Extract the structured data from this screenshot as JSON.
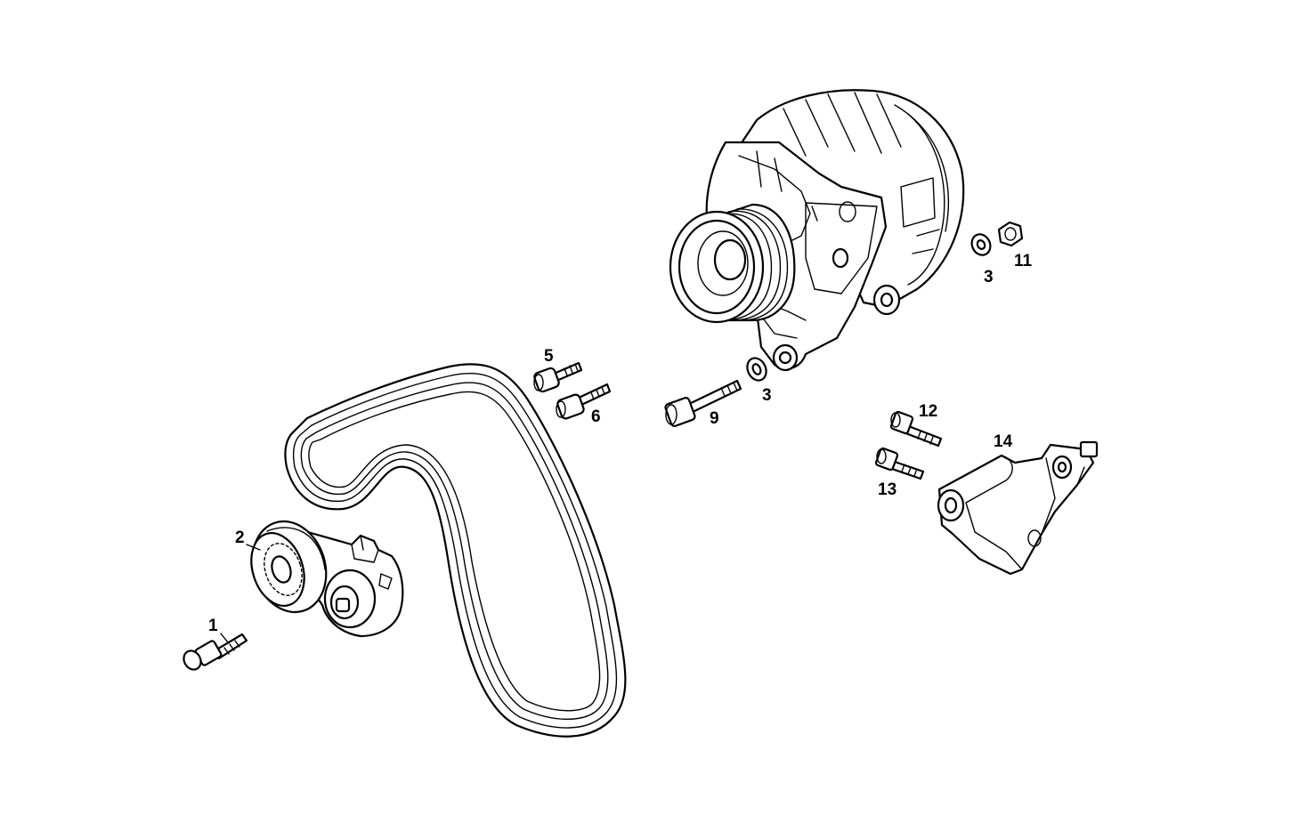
{
  "callouts": {
    "p1": "1",
    "p2": "2",
    "p3a": "3",
    "p3b": "3",
    "p5": "5",
    "p6": "6",
    "p9": "9",
    "p11": "11",
    "p12": "12",
    "p13": "13",
    "p14": "14"
  }
}
